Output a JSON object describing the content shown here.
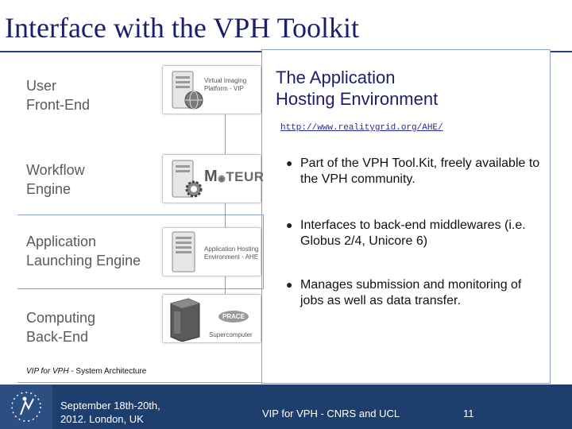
{
  "title": "Interface with the VPH Toolkit",
  "layers": [
    {
      "label": "User\nFront-End"
    },
    {
      "label": "Workflow\nEngine"
    },
    {
      "label": "Application\nLaunching Engine"
    },
    {
      "label": "Computing\nBack-End"
    }
  ],
  "tiles": [
    {
      "caption": "Virtual Imaging\nPlatform - VIP",
      "icon": "globe-icon"
    },
    {
      "word": "TEUR",
      "prefix": "M",
      "icon": "gear-icon"
    },
    {
      "caption": "Application Hosting\nEnvironment - AHE",
      "icon": "server-icon"
    },
    {
      "caption": "Supercomputer",
      "badge": "PRACE",
      "icon": "supercomputer-icon"
    }
  ],
  "panel": {
    "title": "The Application\nHosting Environment",
    "link": "http://www.realitygrid.org/AHE/",
    "bullets": [
      "Part of the VPH Tool.Kit, freely available to the VPH community.",
      "Interfaces to back-end middlewares (i.e. Globus 2/4, Unicore 6)",
      "Manages submission and monitoring of jobs as well as data transfer."
    ]
  },
  "caption": {
    "italic": "VIP for VPH",
    "rest": " - System Architecture"
  },
  "footer": {
    "date": "September 18th-20th,\n2012. London, UK",
    "project": "VIP for VPH - CNRS and UCL",
    "page": "11"
  },
  "colors": {
    "title": "#1d1d6e",
    "footer": "#1e3f6e",
    "frame": "#8fa0c7"
  }
}
